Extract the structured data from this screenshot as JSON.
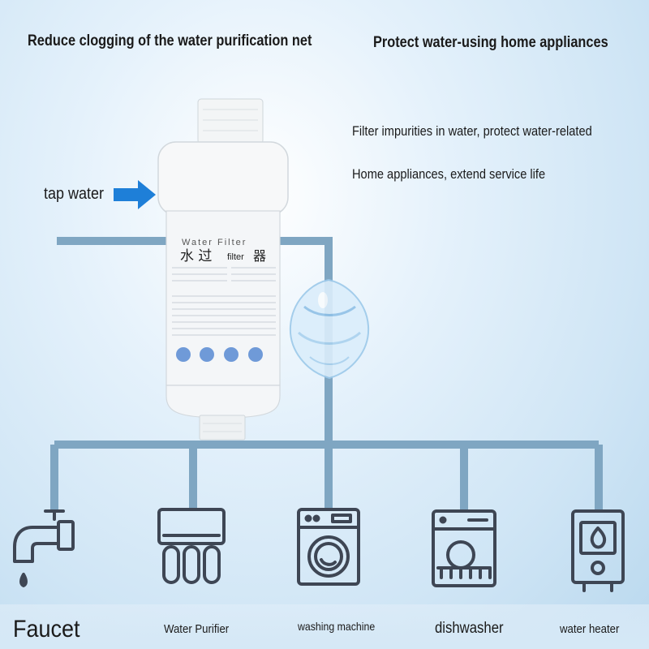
{
  "headlines": {
    "left": "Reduce clogging of the water purification net",
    "right": "Protect water-using home appliances"
  },
  "features": {
    "line1": "Filter impurities in water, protect water-related",
    "line2": "Home appliances, extend service life"
  },
  "input_label": "tap water",
  "filter_label": {
    "title": "Water Filter",
    "chinese": "水 过",
    "chinese2": "器",
    "sub": "filter"
  },
  "appliances": [
    {
      "label": "Faucet",
      "icon": "faucet-icon"
    },
    {
      "label": "Water Purifier",
      "icon": "water-purifier-icon"
    },
    {
      "label": "washing machine",
      "icon": "washing-machine-icon"
    },
    {
      "label": "dishwasher",
      "icon": "dishwasher-icon"
    },
    {
      "label": "water heater",
      "icon": "water-heater-icon"
    }
  ],
  "colors": {
    "pipe": "#7fa6c2",
    "icon_stroke": "#3e4654",
    "arrow": "#1e7fd8",
    "text": "#1a1a1a"
  }
}
